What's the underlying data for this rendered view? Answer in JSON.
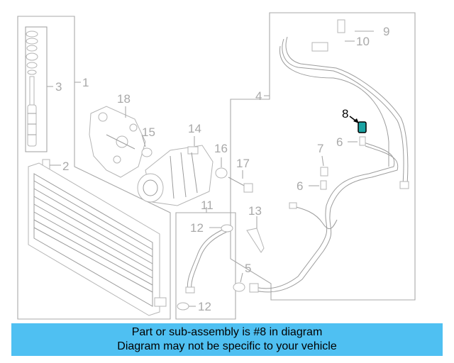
{
  "callouts": {
    "c1": "1",
    "c2": "2",
    "c3": "3",
    "c4": "4",
    "c5": "5",
    "c6a": "6",
    "c6b": "6",
    "c7": "7",
    "c8": "8",
    "c9": "9",
    "c10": "10",
    "c11": "11",
    "c12a": "12",
    "c12b": "12",
    "c13": "13",
    "c14": "14",
    "c15": "15",
    "c16": "16",
    "c17": "17",
    "c18": "18"
  },
  "highlight_color": "#000000",
  "part_color": "#a9a9a9",
  "banner": {
    "line1": "Part or sub-assembly is #8 in diagram",
    "line2": "Diagram may not be specific to your vehicle",
    "background": "#4fc0f2"
  }
}
